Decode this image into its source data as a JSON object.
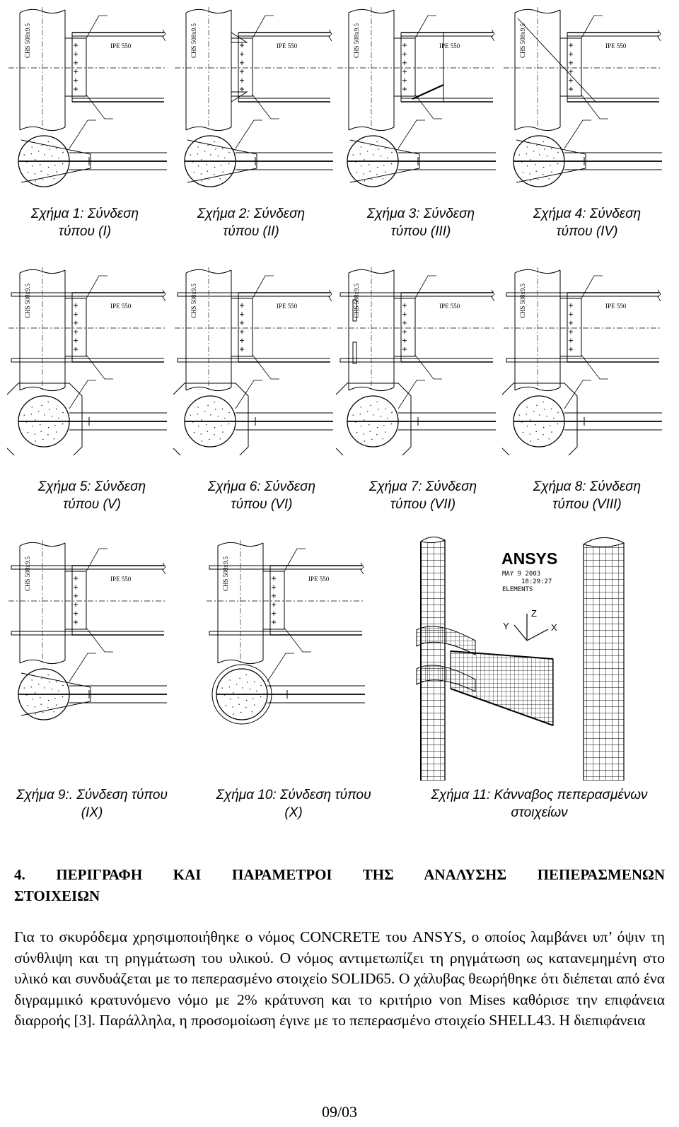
{
  "figures": [
    {
      "id": 1,
      "caption_line1": "Σχήμα 1: Σύνδεση",
      "caption_line2": "τύπου (I)",
      "column_label": "CHS 508x9.5",
      "beam_label": "IPE 550"
    },
    {
      "id": 2,
      "caption_line1": "Σχήμα 2: Σύνδεση",
      "caption_line2": "τύπου (II)",
      "column_label": "CHS 508x9.5",
      "beam_label": "IPE 550"
    },
    {
      "id": 3,
      "caption_line1": "Σχήμα 3: Σύνδεση",
      "caption_line2": "τύπου (III)",
      "column_label": "CHS 508x9.5",
      "beam_label": "IPE 550"
    },
    {
      "id": 4,
      "caption_line1": "Σχήμα 4: Σύνδεση",
      "caption_line2": "τύπου (IV)",
      "column_label": "CHS 508x9.5",
      "beam_label": "IPE 550"
    },
    {
      "id": 5,
      "caption_line1": "Σχήμα 5: Σύνδεση",
      "caption_line2": "τύπου (V)",
      "column_label": "CHS 508x9.5",
      "beam_label": "IPE 550"
    },
    {
      "id": 6,
      "caption_line1": "Σχήμα 6: Σύνδεση",
      "caption_line2": "τύπου (VI)",
      "column_label": "CHS 508x9.5",
      "beam_label": "IPE 550"
    },
    {
      "id": 7,
      "caption_line1": "Σχήμα 7: Σύνδεση",
      "caption_line2": "τύπου (VII)",
      "column_label": "CHS 508x9.5",
      "beam_label": "IPE 550"
    },
    {
      "id": 8,
      "caption_line1": "Σχήμα 8: Σύνδεση",
      "caption_line2": "τύπου (VIII)",
      "column_label": "CHS 508x9.5",
      "beam_label": "IPE 550"
    },
    {
      "id": 9,
      "caption_line1": "Σχήμα 9:. Σύνδεση τύπου",
      "caption_line2": "(IX)",
      "column_label": "CHS 508x9.5",
      "beam_label": "IPE 550"
    },
    {
      "id": 10,
      "caption_line1": "Σχήμα 10: Σύνδεση τύπου",
      "caption_line2": "(X)",
      "column_label": "CHS 508x9.5",
      "beam_label": "IPE 550"
    }
  ],
  "fig11": {
    "caption_line1": "Σχήμα 11: Κάνναβος πεπερασμένων",
    "caption_line2": "στοιχείων",
    "logo": "ANSYS",
    "date": "MAY  9 2003",
    "time": "18:29:27",
    "mode": "ELEMENTS",
    "axis_z": "Z",
    "axis_y": "Y",
    "axis_x": "X"
  },
  "section": {
    "heading_line1": "4. ΠΕΡΙΓΡΑΦΗ ΚΑΙ ΠΑΡΑΜΕΤΡΟΙ ΤΗΣ ΑΝΑΛΥΣΗΣ ΠΕΠΕΡΑΣΜΕΝΩΝ",
    "heading_line2": "ΣΤΟΙΧΕΙΩΝ",
    "paragraph": "Για το σκυρόδεμα χρησιμοποιήθηκε ο νόμος CONCRETE του ANSYS, ο οποίος λαμβάνει υπ’ όψιν τη σύνθλιψη και τη ρηγμάτωση του υλικού. Ο νόμος αντιμετωπίζει τη ρηγμάτωση ως κατανεμημένη στο υλικό και συνδυάζεται με το πεπερασμένο στοιχείο SOLID65. Ο χάλυβας θεωρήθηκε ότι διέπεται από ένα διγραμμικό κρατυνόμενο νόμο με 2% κράτυνση και το κριτήριο von Mises καθόρισε την επιφάνεια διαρροής [3]. Παράλληλα, η προσομοίωση έγινε με το πεπερασμένο στοιχείο SHELL43. Η διεπιφάνεια"
  },
  "page_number": "09/03"
}
